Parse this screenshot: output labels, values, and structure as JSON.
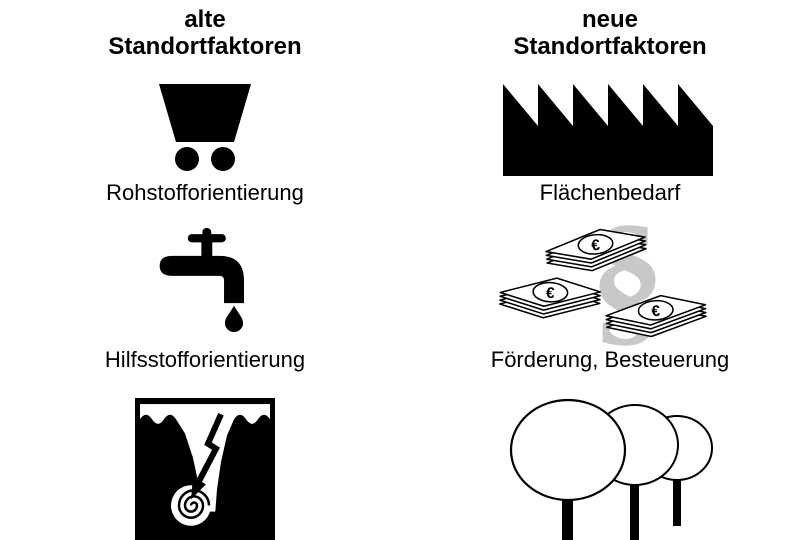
{
  "left_column": {
    "title_line1": "alte",
    "title_line2": "Standortfaktoren",
    "item1_label": "Rohstofforientierung",
    "item2_label": "Hilfsstofforientierung"
  },
  "right_column": {
    "title_line1": "neue",
    "title_line2": "Standortfaktoren",
    "item1_label": "Flächenbedarf",
    "item2_label": "Förderung, Besteuerung"
  },
  "symbols": {
    "euro": "€",
    "paragraph": "§"
  },
  "colors": {
    "ink": "#000000",
    "paragraph_gray": "#c8c8c8",
    "background": "#ffffff"
  }
}
